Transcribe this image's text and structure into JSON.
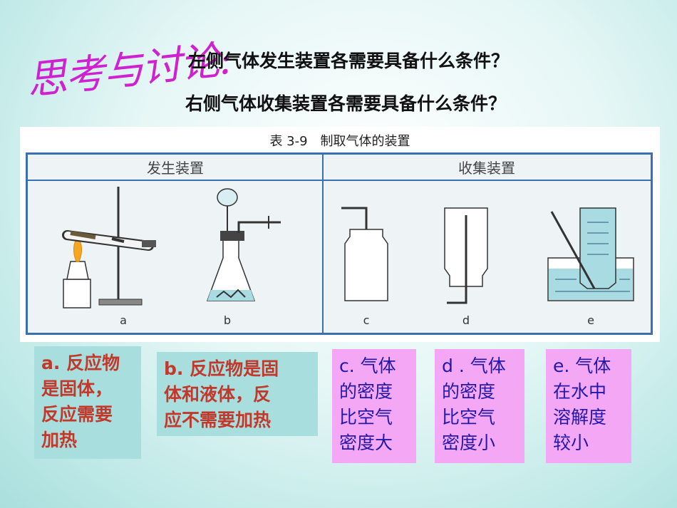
{
  "heading": "思考与讨论:",
  "questions": {
    "q1": "左侧气体发生装置各需要具备什么条件？",
    "q2": "右侧气体收集装置各需要具备什么条件？"
  },
  "figure": {
    "caption": "表 3-9　制取气体的装置",
    "left_header": "发生装置",
    "right_header": "收集装置",
    "labels": [
      "a",
      "b",
      "c",
      "d",
      "e"
    ]
  },
  "boxes": {
    "a": [
      "a. 反应物",
      "是固体，",
      "反应需要",
      "加热"
    ],
    "b": [
      "b. 反应物是固",
      "体和液体，反",
      "应不需要加热"
    ],
    "c": [
      "c. 气体",
      "的密度",
      "比空气",
      "密度大"
    ],
    "d": [
      "d . 气体",
      "的密度",
      "比空气",
      "密度小"
    ],
    "e": [
      "e. 气体",
      "在水中",
      "溶解度",
      "较小"
    ]
  },
  "colors": {
    "heading": "#d021d0",
    "left_box_bg": "#a9dede",
    "left_box_text": "#c0392b",
    "right_box_bg": "#f4a7f4",
    "right_box_text": "#2318a8",
    "frame": "#3b70b0"
  }
}
